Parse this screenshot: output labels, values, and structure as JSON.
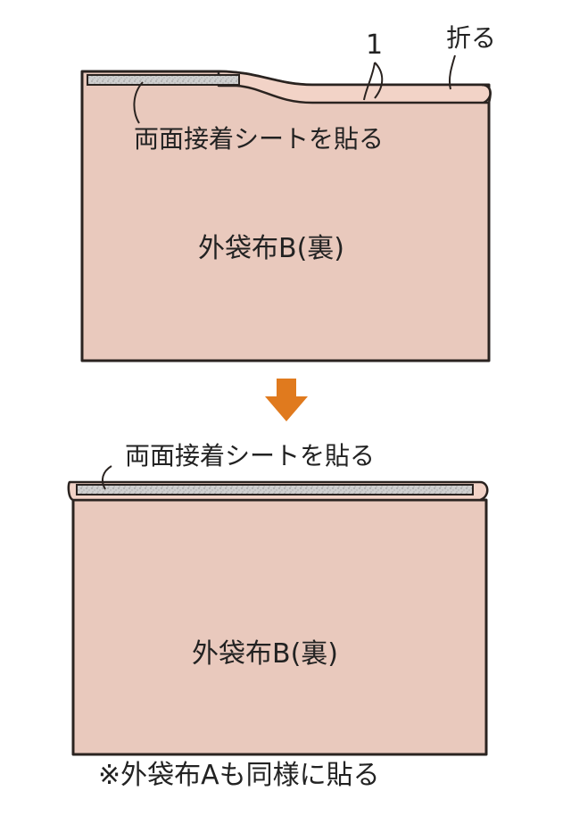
{
  "colors": {
    "fabric": "#e9c9bd",
    "fold_flap": "#f2d3c7",
    "outline": "#2a2320",
    "tape": "#c8c8c8",
    "arrow": "#e07a1e",
    "text": "#222222"
  },
  "top_step": {
    "step_number": "1",
    "fold_label": "折る",
    "tape_label": "両面接着シートを貼る",
    "fabric_label": "外袋布B(裏)"
  },
  "arrow_icon": "down-arrow-icon",
  "bottom_step": {
    "tape_label": "両面接着シートを貼る",
    "fabric_label": "外袋布B(裏)"
  },
  "footnote": "※外袋布Aも同様に貼る"
}
